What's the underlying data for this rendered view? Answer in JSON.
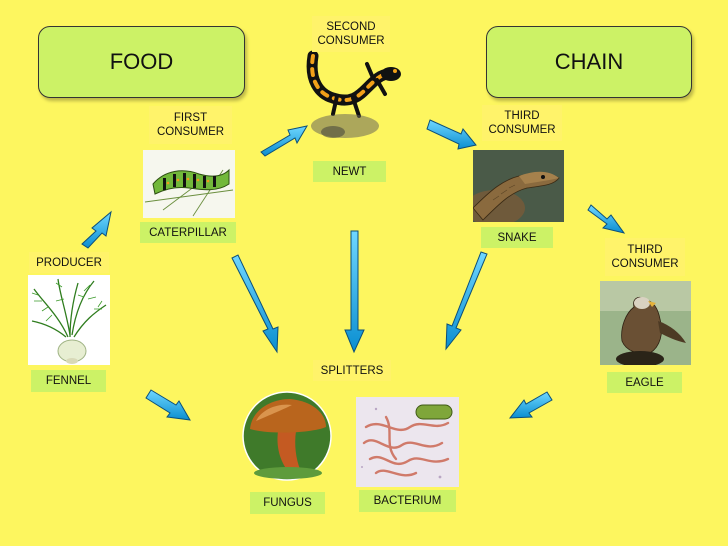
{
  "titles": {
    "food": "FOOD",
    "chain": "CHAIN"
  },
  "labels": {
    "second_consumer": "SECOND\nCONSUMER",
    "first_consumer": "FIRST\nCONSUMER",
    "third_consumer_snake": "THIRD\nCONSUMER",
    "third_consumer_eagle": "THIRD\nCONSUMER",
    "newt": "NEWT",
    "caterpillar": "CATERPILLAR",
    "snake": "SNAKE",
    "producer": "PRODUCER",
    "fennel": "FENNEL",
    "splitters": "SPLITTERS",
    "eagle": "EAGLE",
    "fungus": "FUNGUS",
    "bacterium": "BACTERIUM"
  },
  "colors": {
    "background": "#fdf65f",
    "label_green": "#ccf266",
    "arrow": "#1ab6f0"
  }
}
